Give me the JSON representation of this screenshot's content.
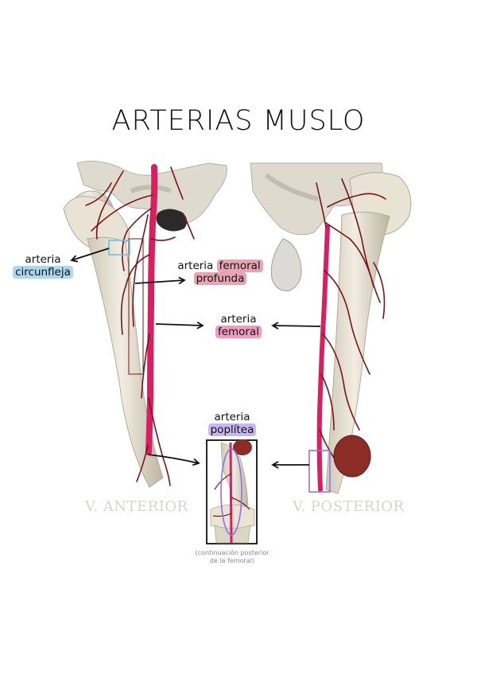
{
  "title": "ARTERIAS MUSLO",
  "labels": {
    "circunfleja": {
      "line1": "arteria",
      "line2": "circunfleja"
    },
    "femoral_profunda": {
      "word1": "arteria",
      "word2": "femoral",
      "line2": "profunda"
    },
    "femoral": {
      "line1": "arteria",
      "line2": "femoral"
    },
    "poplitea": {
      "line1": "arteria",
      "line2": "poplítea"
    }
  },
  "views": {
    "anterior": "V. ANTERIOR",
    "posterior": "V. POSTERIOR"
  },
  "note": {
    "line1": "(continuación posterior",
    "line2": "de la femoral)"
  },
  "colors": {
    "bone": "#e9e4d6",
    "artery_main": "#d81f60",
    "artery_branch": "#7a1414",
    "highlight_blue": "#a9d8ef",
    "highlight_pink": "#f39bbd",
    "highlight_purple": "#c7b6f2"
  }
}
